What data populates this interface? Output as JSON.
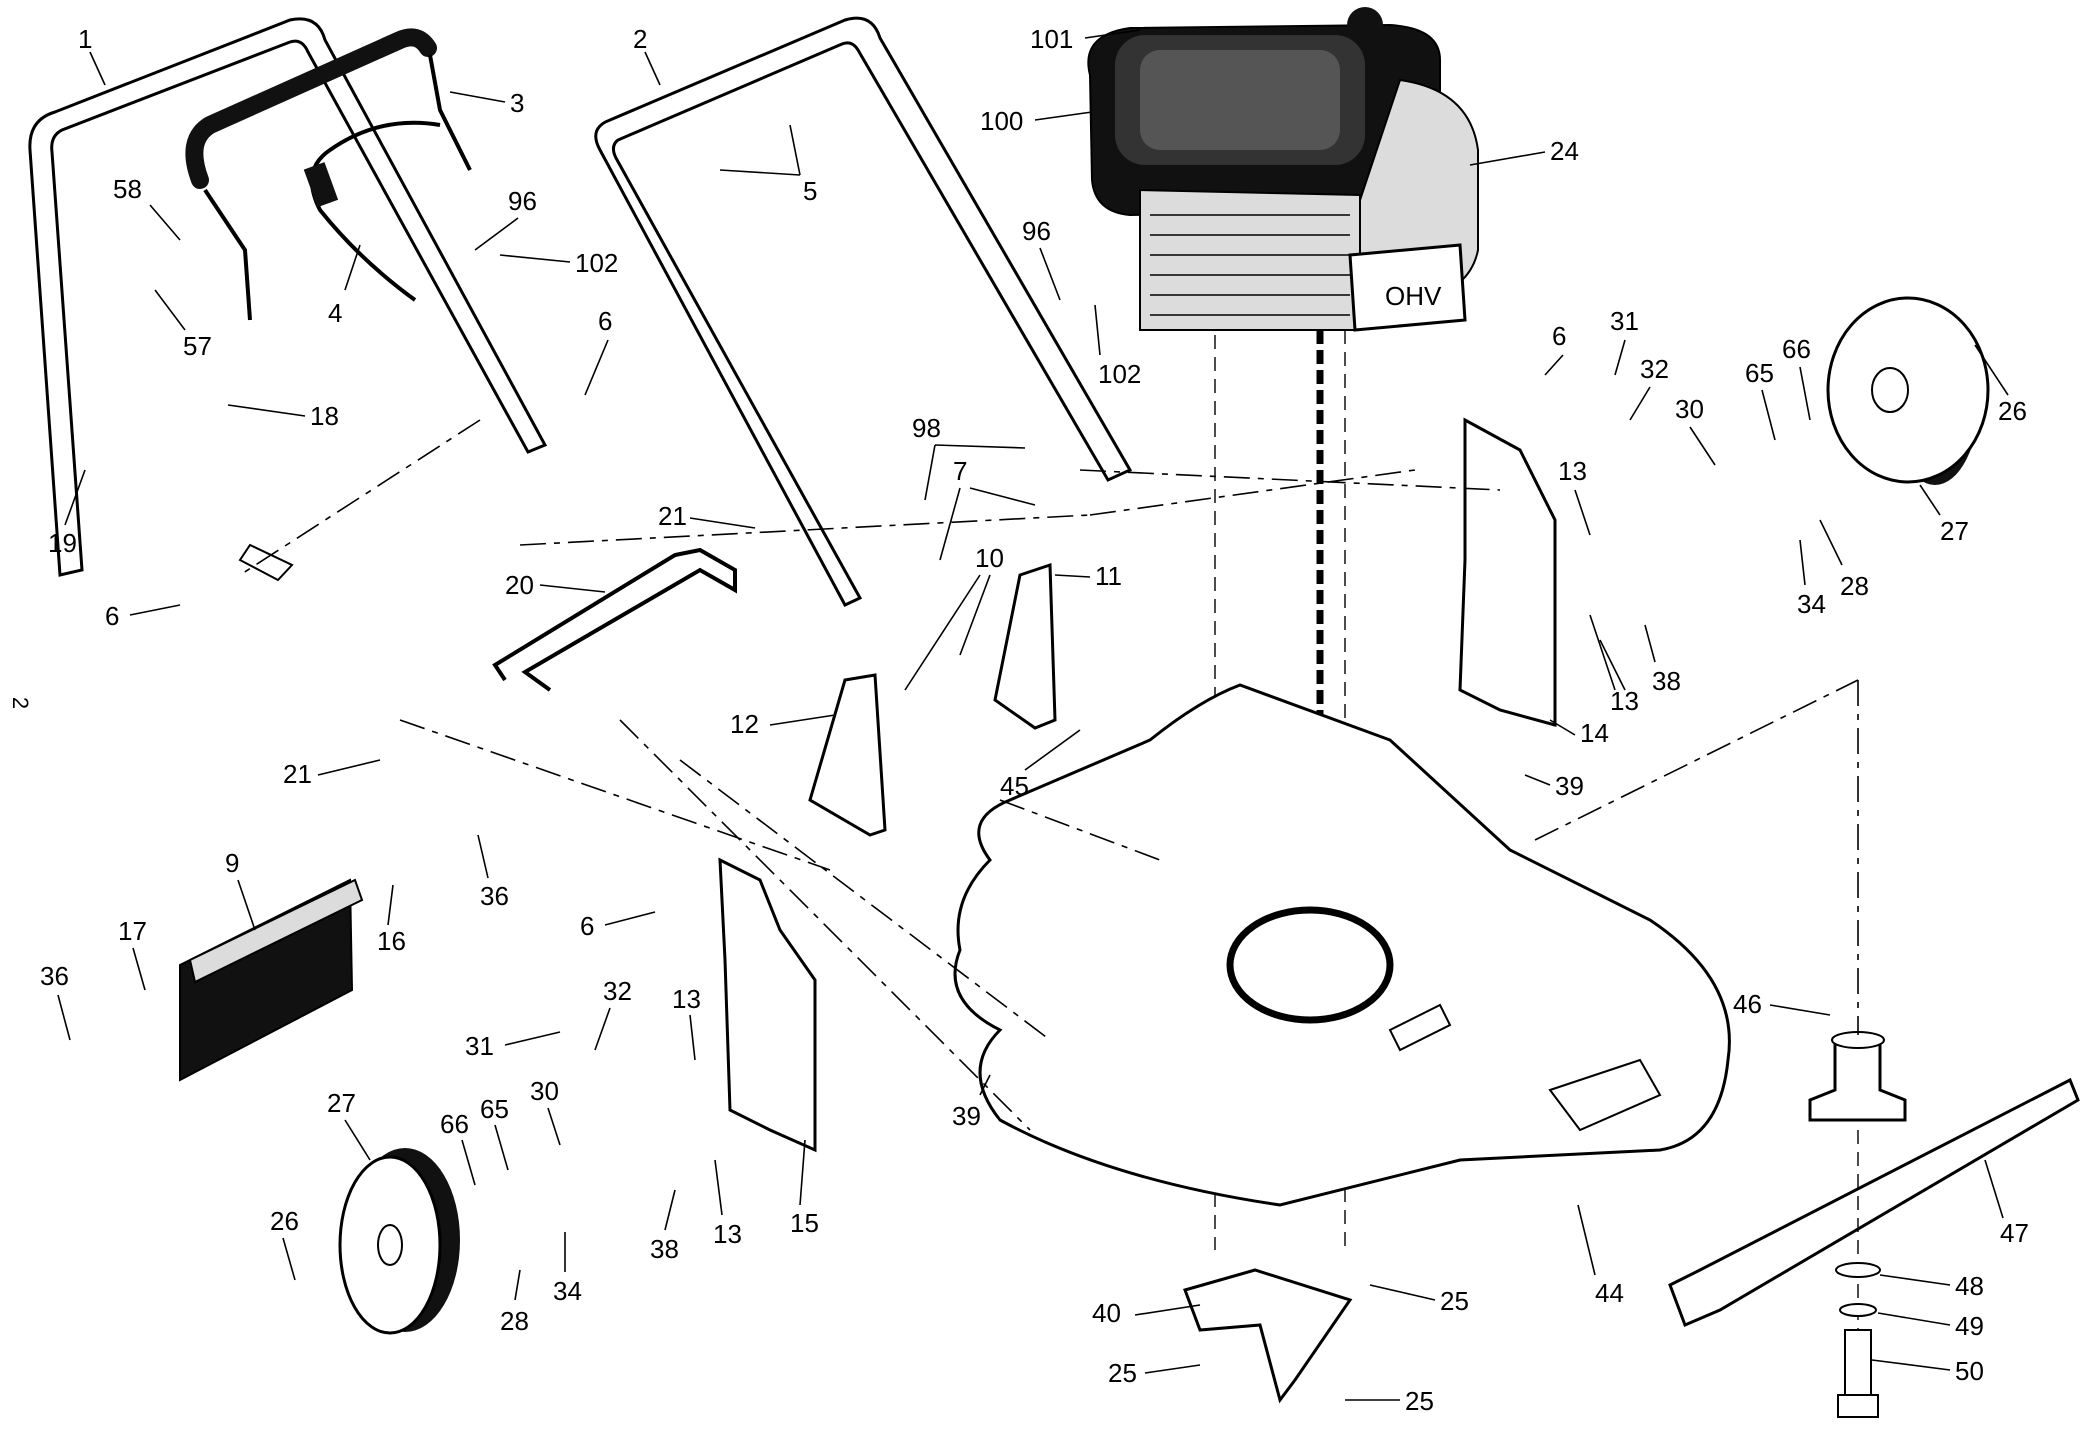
{
  "page_marker": "2",
  "engine_badge": "OHV",
  "labels": {
    "p1": "1",
    "p2": "2",
    "p3": "3",
    "p4": "4",
    "p5": "5",
    "p6a": "6",
    "p6b": "6",
    "p6c": "6",
    "p6d": "6",
    "p7": "7",
    "p9": "9",
    "p10": "10",
    "p11": "11",
    "p12": "12",
    "p13a": "13",
    "p13b": "13",
    "p13c": "13",
    "p13d": "13",
    "p14": "14",
    "p15": "15",
    "p16": "16",
    "p17": "17",
    "p18": "18",
    "p19": "19",
    "p20": "20",
    "p21a": "21",
    "p21b": "21",
    "p24": "24",
    "p25a": "25",
    "p25b": "25",
    "p25c": "25",
    "p26a": "26",
    "p26b": "26",
    "p27a": "27",
    "p27b": "27",
    "p28a": "28",
    "p28b": "28",
    "p30a": "30",
    "p30b": "30",
    "p31a": "31",
    "p31b": "31",
    "p32a": "32",
    "p32b": "32",
    "p34a": "34",
    "p34b": "34",
    "p36a": "36",
    "p36b": "36",
    "p38a": "38",
    "p38b": "38",
    "p39a": "39",
    "p39b": "39",
    "p40": "40",
    "p44": "44",
    "p45": "45",
    "p46": "46",
    "p47": "47",
    "p48": "48",
    "p49": "49",
    "p50": "50",
    "p57": "57",
    "p58": "58",
    "p65a": "65",
    "p65b": "65",
    "p66a": "66",
    "p66b": "66",
    "p96a": "96",
    "p96b": "96",
    "p98": "98",
    "p100": "100",
    "p101": "101",
    "p102a": "102",
    "p102b": "102"
  }
}
